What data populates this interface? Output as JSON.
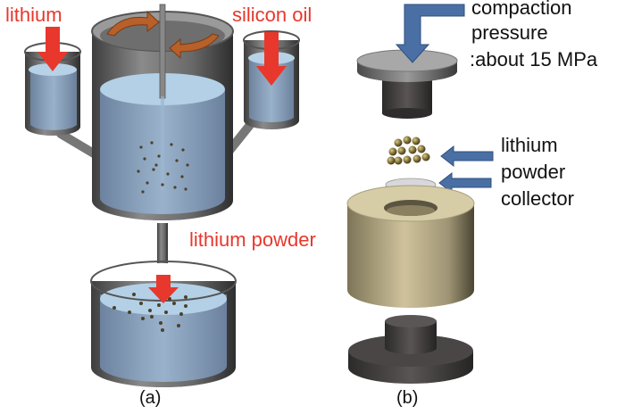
{
  "panel_a": {
    "caption": "(a)",
    "labels": {
      "lithium": "lithium",
      "silicon_oil": "silicon oil",
      "lithium_powder": "lithium powder"
    }
  },
  "panel_b": {
    "caption": "(b)",
    "labels": {
      "compaction_line1": "compaction",
      "compaction_line2": "pressure",
      "compaction_line3": ":about 15 MPa",
      "powder_line1": "lithium",
      "powder_line2": "powder",
      "collector": "collector"
    }
  },
  "colors": {
    "label_red": "#e8372c",
    "arrow_blue": "#4a6fa5",
    "rotation_orange": "#b8602a",
    "die_beige": "#c9bd98",
    "punch_gray": "#6a6a6a",
    "liquid_blue": "#a8c8e0"
  }
}
